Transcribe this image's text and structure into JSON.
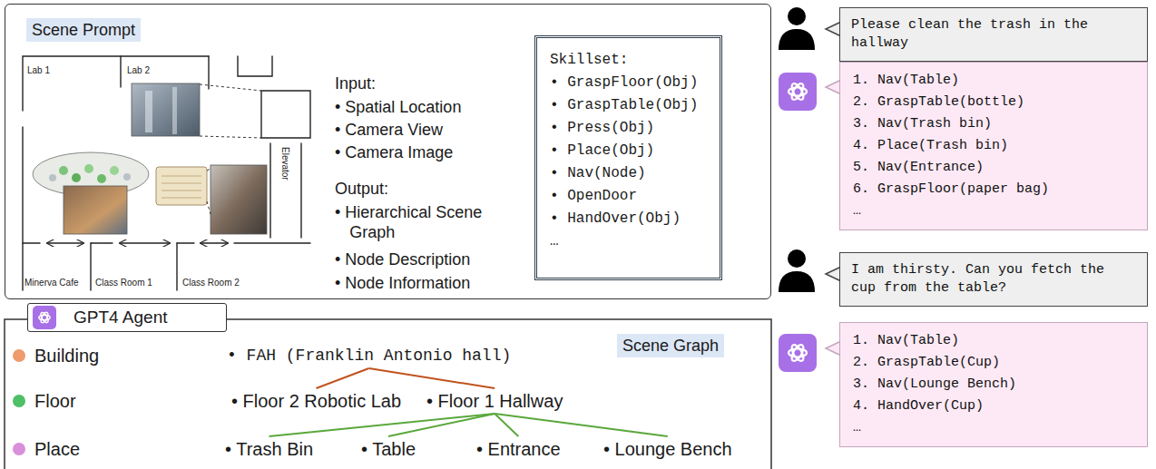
{
  "diagram": {
    "nodes": [
      {
        "text": [
          "Scene Prompt",
          "Input:",
          "• Spatial Location",
          "• Camera View",
          "• Camera Image",
          "Output:",
          "• Hierarchical Scene Graph",
          "• Node Description",
          "• Node Information"
        ]
      },
      {
        "text": [
          "Skillset:",
          "• GraspFloor(Obj)",
          "• GraspTable(Obj)",
          "• Press(Obj)",
          "• Place(Obj)",
          "• Nav(Node)",
          "• OpenDoor",
          "• HandOver(Obj)",
          "…"
        ],
        "in": 0
      },
      {
        "text": [
          "GPT4 Agent",
          "Scene Graph"
        ]
      },
      {
        "text": [
          "• FAH (Franklin Antonio hall)"
        ],
        "in": 2
      },
      {
        "text": [
          "• Floor 2 Robotic Lab"
        ],
        "in": 2
      },
      {
        "text": [
          "• Floor 1 Hallway"
        ],
        "in": 2
      },
      {
        "text": [
          "• Trash Bin"
        ],
        "in": 2
      },
      {
        "text": [
          "• Table"
        ],
        "in": 2
      },
      {
        "text": [
          "• Entrance"
        ],
        "in": 2
      },
      {
        "text": [
          "• Lounge Bench"
        ],
        "in": 2
      },
      {
        "text": [
          "Please clean the trash in the hallway"
        ]
      },
      {
        "text": [
          "1. Nav(Table)",
          "2. GraspTable(bottle)",
          "3. Nav(Trash bin)",
          "4. Place(Trash bin)",
          "5. Nav(Entrance)",
          "6. GraspFloor(paper bag)",
          "…"
        ]
      },
      {
        "text": [
          "I am thirsty. Can you fetch the cup from the table?"
        ]
      },
      {
        "text": [
          "1. Nav(Table)",
          "2. GraspTable(Cup)",
          "3. Nav(Lounge Bench)",
          "4. HandOver(Cup)",
          "…"
        ]
      }
    ],
    "edges": [
      {
        "from": 3,
        "to": 4,
        "arrow": "none"
      },
      {
        "from": 3,
        "to": 5,
        "arrow": "none"
      },
      {
        "from": 5,
        "to": 6,
        "arrow": "none"
      },
      {
        "from": 5,
        "to": 7,
        "arrow": "none"
      },
      {
        "from": 5,
        "to": 8,
        "arrow": "none"
      },
      {
        "from": 5,
        "to": 9,
        "arrow": "none"
      }
    ],
    "labels": [
      "Lab 1",
      "Lab 2",
      "Elevator",
      "Minerva Cafe",
      "Class Room 1",
      "Class Room 2"
    ],
    "legend": [
      {
        "text": "Building",
        "color": "#ee9b6e"
      },
      {
        "text": "Floor",
        "color": "#4fbf68"
      },
      {
        "text": "Place",
        "color": "#d98fd9"
      }
    ]
  }
}
